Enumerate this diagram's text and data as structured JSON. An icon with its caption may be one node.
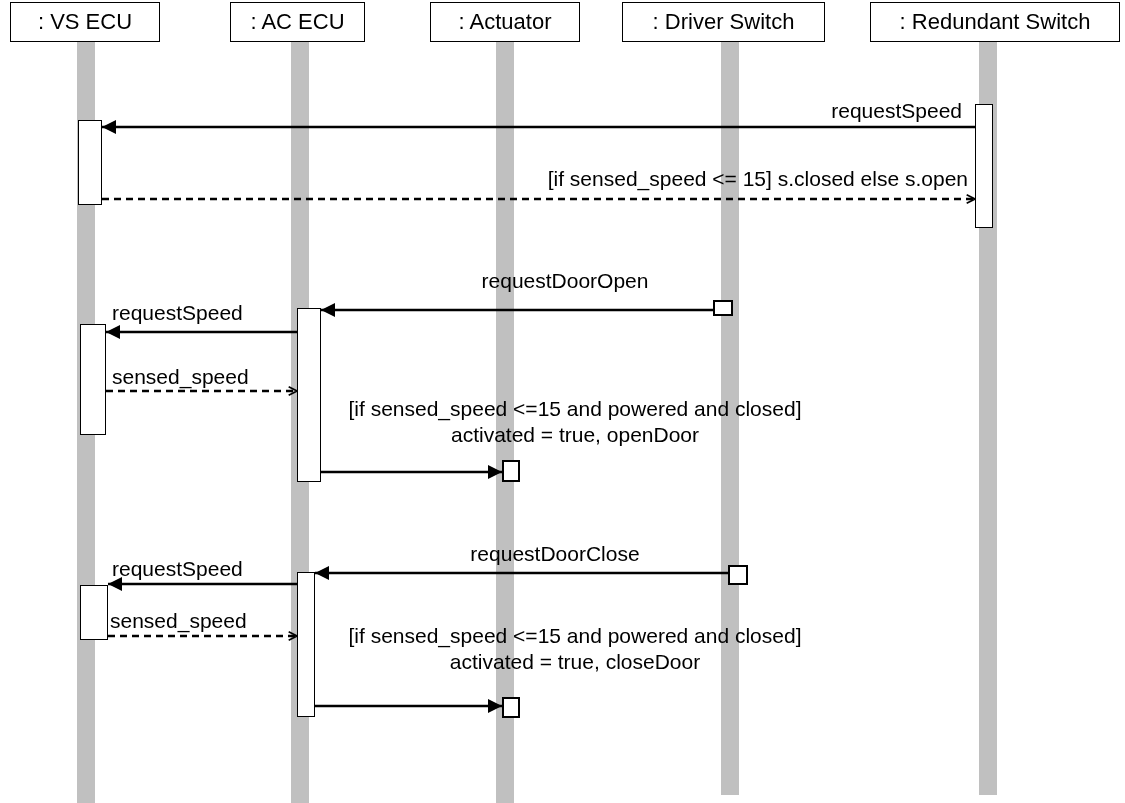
{
  "diagram": {
    "nodes": [
      {
        "text": [
          ": VS ECU"
        ]
      },
      {
        "text": [
          ": AC ECU"
        ]
      },
      {
        "text": [
          ": Actuator"
        ]
      },
      {
        "text": [
          ": Driver Switch"
        ]
      },
      {
        "text": [
          ": Redundant Switch"
        ]
      },
      {
        "text": [],
        "shape": "bar"
      },
      {
        "text": [],
        "shape": "bar"
      },
      {
        "text": [],
        "shape": "box"
      },
      {
        "text": [],
        "shape": "bar"
      },
      {
        "text": [],
        "shape": "bar"
      },
      {
        "text": [],
        "shape": "box"
      },
      {
        "text": [],
        "shape": "box"
      },
      {
        "text": [],
        "shape": "bar"
      },
      {
        "text": [],
        "shape": "bar"
      },
      {
        "text": [],
        "shape": "box"
      }
    ],
    "edges": [
      {
        "from": 6,
        "to": 5,
        "arrow": "to",
        "label": "requestSpeed"
      },
      {
        "from": 5,
        "to": 6,
        "arrow": "to",
        "label": "[if sensed_speed <= 15] s.closed else s.open",
        "style": "dashed"
      },
      {
        "from": 7,
        "to": 8,
        "arrow": "to",
        "label": "requestDoorOpen"
      },
      {
        "from": 8,
        "to": 9,
        "arrow": "to",
        "label": "requestSpeed"
      },
      {
        "from": 9,
        "to": 8,
        "arrow": "to",
        "label": "sensed_speed",
        "style": "dashed"
      },
      {
        "from": 8,
        "to": 10,
        "arrow": "to",
        "label": "[if sensed_speed <=15 and powered and closed] activated = true, openDoor"
      },
      {
        "from": 11,
        "to": 12,
        "arrow": "to",
        "label": "requestDoorClose"
      },
      {
        "from": 12,
        "to": 13,
        "arrow": "to",
        "label": "requestSpeed"
      },
      {
        "from": 13,
        "to": 12,
        "arrow": "to",
        "label": "sensed_speed",
        "style": "dashed"
      },
      {
        "from": 12,
        "to": 14,
        "arrow": "to",
        "label": "[if sensed_speed <=15 and powered and closed] activated = true, closeDoor"
      }
    ]
  }
}
